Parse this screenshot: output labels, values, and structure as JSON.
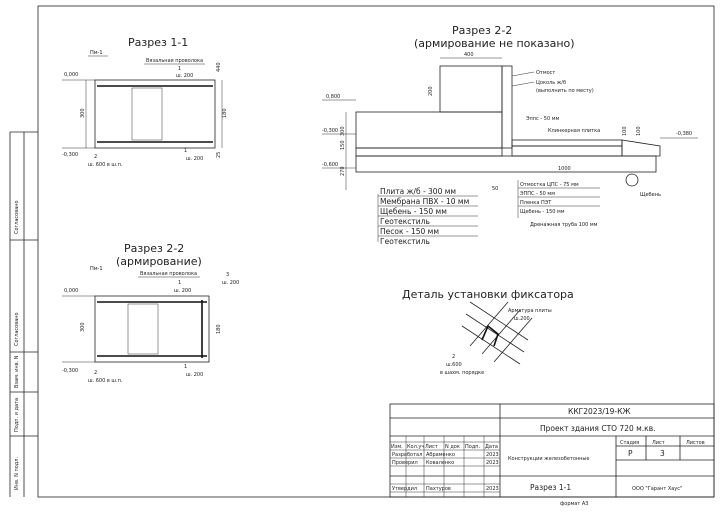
{
  "section_1_1": {
    "title": "Разрез 1-1",
    "labels": {
      "pm": "Пм-1",
      "wire": "Вязальная проволока",
      "rebar_1": "1",
      "step_top": "ш. 200",
      "level_top": "0,000",
      "level_bottom": "-0,300",
      "dim_300": "300",
      "dim_440": "440",
      "dim_25": "25",
      "dim_180": "180",
      "rebar_2": "2",
      "step_600": "ш. 600 в ш.п.",
      "rebar_1b": "1",
      "step_bottom": "ш. 200"
    }
  },
  "section_2_2_no_rebar": {
    "title": "Разрез 2-2",
    "subtitle": "(армирование не показано)",
    "labels": {
      "dim_400": "400",
      "otmostka_1": "Отмост",
      "tsokol": "Цоколь ж/б",
      "tsokol_note": "(выполнить по месту)",
      "level_0_800": "0,800",
      "level_0_300": "-0,300",
      "level_0_600": "-0,600",
      "level_0_380": "-0,380",
      "epps_50": "Эппс - 50 мм",
      "klinker": "Клинкерная плитка",
      "dim_200": "200",
      "dim_300a": "300",
      "dim_270": "270",
      "dim_150": "150",
      "dim_1000": "1000",
      "dim_100a": "100",
      "dim_100b": "100",
      "dim_50": "50",
      "layer_plita": "Плита ж/б - 300 мм",
      "layer_membr": "Мембрана ПВХ - 10 мм",
      "layer_scheben": "Щебень - 150 мм",
      "layer_geotex1": "Геотекстиль",
      "layer_pesok": "Песок - 150 мм",
      "layer_geotex2": "Геотекстиль",
      "otm_1": "Отмостка ЦПС - 75 мм",
      "otm_2": "ЭППС - 50 мм",
      "otm_3": "Пленка ПЭТ",
      "otm_4": "Щебень - 150 мм",
      "drain": "Дренажная труба 100 мм",
      "scheben_right": "Щебень"
    }
  },
  "section_2_2_rebar": {
    "title": "Разрез 2-2",
    "subtitle": "(армирование)",
    "labels": {
      "pm": "Пм-1",
      "wire": "Вязальная проволока",
      "rebar_1": "1",
      "step_top": "ш. 200",
      "rebar_3": "3",
      "step_3": "ш. 200",
      "level_top": "0,000",
      "level_bottom": "-0,300",
      "dim_300": "300",
      "dim_180": "180",
      "rebar_2": "2",
      "step_600": "ш. 600 в ш.п.",
      "rebar_1b": "1",
      "step_bottom": "ш. 200"
    }
  },
  "detail": {
    "title": "Деталь установки фиксатора",
    "rebar_label": "Арматура плиты",
    "rebar_step": "ш.200",
    "num": "2",
    "step": "ш.600",
    "order": "в шахм. порядке"
  },
  "left_strip": {
    "agreed_1": "Согласовано",
    "agreed_2": "Согласовано",
    "inv_n": "Взам. инв. N",
    "sign_date": "Подп. и дата",
    "inv_orig": "Инв. N подл."
  },
  "title_block": {
    "code": "ККГ2023/19-КЖ",
    "project": "Проект здания СТО 720 м.кв.",
    "section_name": "Конструкции железобетонные",
    "sheet_name": "Разрез 1-1",
    "company": "ООО \"Гарант Хаус\"",
    "format": "формат А3",
    "headers": [
      "Изм.",
      "Кол.уч",
      "Лист",
      "N док",
      "Подп.",
      "Дата"
    ],
    "row_dev": [
      "Разработал",
      "Абраменко",
      "2023"
    ],
    "row_check": [
      "Проверил",
      "Коваленко",
      "2023"
    ],
    "row_approve": [
      "Утвердил",
      "Пахтуров",
      "2023"
    ],
    "stage_h": "Стадия",
    "sheet_h": "Лист",
    "sheets_h": "Листов",
    "stage_v": "Р",
    "sheet_v": "3",
    "sheets_v": ""
  }
}
